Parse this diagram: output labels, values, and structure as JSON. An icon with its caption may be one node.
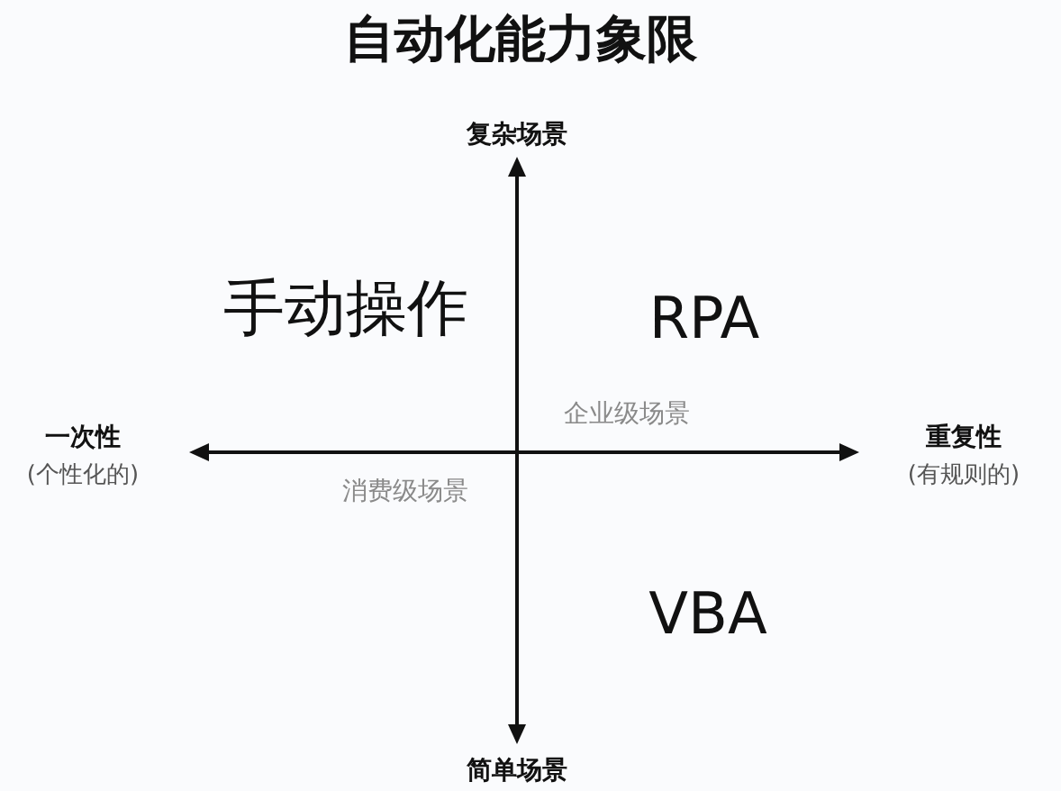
{
  "diagram": {
    "title": "自动化能力象限",
    "labels": [
      "复杂场景",
      "手动操作",
      "RPA",
      "一次性",
      "(个性化的)",
      "企业级场景",
      "重复性",
      "(有规则的)",
      "消费级场景",
      "VBA",
      "简单场景"
    ]
  }
}
